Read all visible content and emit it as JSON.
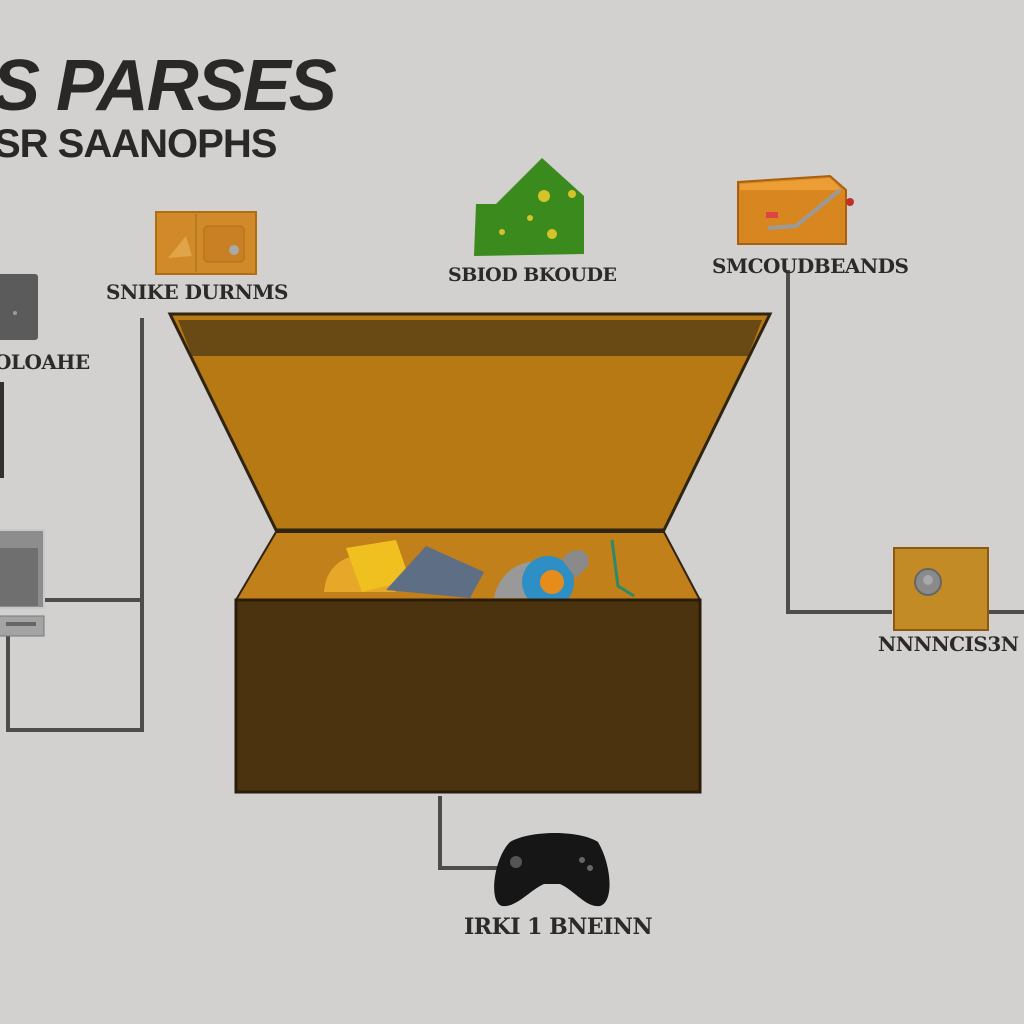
{
  "header": {
    "title": "S PARSES",
    "subtitle": "SR SAANOPHS"
  },
  "nodes": [
    {
      "id": "top-left",
      "label": "SNIKE DURNMS"
    },
    {
      "id": "top-center",
      "label": "SBIOD BKOUDE"
    },
    {
      "id": "top-right",
      "label": "SMCOUDBEANDS"
    },
    {
      "id": "left",
      "label": "OLOAHE"
    },
    {
      "id": "right",
      "label": "NNNNCIS3N"
    },
    {
      "id": "bottom",
      "label": "IRKI 1 BNEINN"
    }
  ],
  "colors": {
    "background": "#d2d1cf",
    "box_front": "#4c3310",
    "box_inside": "#c1801a",
    "lid_inside": "#b67913",
    "connector": "#4c4c4c",
    "card_orange": "#d08a2a",
    "card_green": "#3a8a1e"
  },
  "icons": [
    "tablet-icon",
    "orange-card-icon",
    "money-stack-icon",
    "folder-pencil-icon",
    "computer-icon",
    "picture-card-icon",
    "gamepad-icon",
    "toy-box-icon"
  ]
}
